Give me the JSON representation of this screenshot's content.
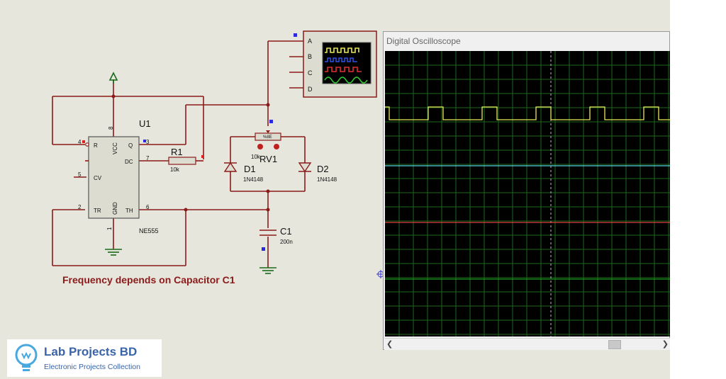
{
  "schematic": {
    "u1": {
      "ref": "U1",
      "part": "NE555",
      "pins": {
        "r": "R",
        "vcc": "VCC",
        "q": "Q",
        "dc": "DC",
        "cv": "CV",
        "tr": "TR",
        "gnd": "GND",
        "th": "TH"
      },
      "pin_numbers": {
        "p4": "4",
        "p8": "8",
        "p3": "3",
        "p7": "7",
        "p5": "5",
        "p2": "2",
        "p1": "1",
        "p6": "6"
      }
    },
    "r1": {
      "ref": "R1",
      "value": "10k"
    },
    "rv1": {
      "ref": "RV1",
      "value": "10k",
      "pct": "%8E"
    },
    "d1": {
      "ref": "D1",
      "part": "1N4148"
    },
    "d2": {
      "ref": "D2",
      "part": "1N4148"
    },
    "c1": {
      "ref": "C1",
      "value": "200n"
    },
    "scope_block": {
      "channels": [
        "A",
        "B",
        "C",
        "D"
      ]
    },
    "caption": "Frequency depends on Capacitor C1",
    "colors": {
      "wire": "#8b1a1a",
      "body": "#dcdcd0",
      "traceA": "#e8e85a",
      "traceB": "#5ad4e0",
      "traceC": "#e04040",
      "traceD": "#30d030"
    }
  },
  "oscilloscope": {
    "title": "Digital Oscilloscope",
    "scroll_left_icon": "chevron-left-icon",
    "scroll_right_icon": "chevron-right-icon"
  },
  "logo": {
    "name": "Lab Projects BD",
    "tagline": "Electronic Projects Collection",
    "icon": "lightbulb-icon"
  }
}
